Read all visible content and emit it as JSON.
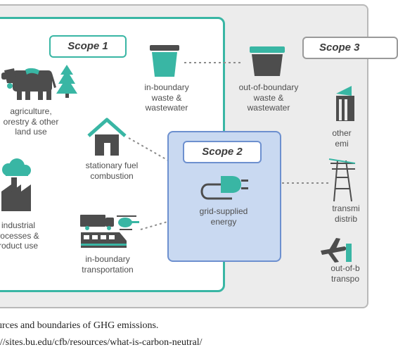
{
  "diagram": {
    "scopes": {
      "scope1": "Scope 1",
      "scope2": "Scope 2",
      "scope3": "Scope 3"
    },
    "labels": {
      "agriculture": "agriculture,\norestry & other\nland use",
      "industrial": "industrial\nrocesses &\nroduct use",
      "stationary": "stationary fuel\ncombustion",
      "transport_in": "in-boundary\ntransportation",
      "waste_in": "in-boundary\nwaste &\nwastewater",
      "waste_out": "out-of-boundary\nwaste &\nwastewater",
      "grid": "grid-supplied\nenergy",
      "other": "other\nemi",
      "transmission": "transmi\ndistrib",
      "transport_out": "out-of-b\ntranspo"
    },
    "colors": {
      "scope1_teal": "#39b6a4",
      "scope2_blue": "#6d90cf",
      "scope2_fill": "#c9d9f1",
      "icon_dark": "#4d4d4d",
      "background_gray": "#ececec"
    },
    "icons": [
      "cow-icon",
      "tree-icon",
      "factory-icon",
      "house-icon",
      "truck-icon",
      "train-icon",
      "helicopter-icon",
      "bin-teal-icon",
      "bin-dark-icon",
      "plug-icon",
      "building-icon",
      "tower-icon",
      "airplane-icon"
    ]
  },
  "caption": {
    "line1": "urces and boundaries of GHG emissions.",
    "line2": "://sites.bu.edu/cfb/resources/what-is-carbon-neutral/"
  }
}
